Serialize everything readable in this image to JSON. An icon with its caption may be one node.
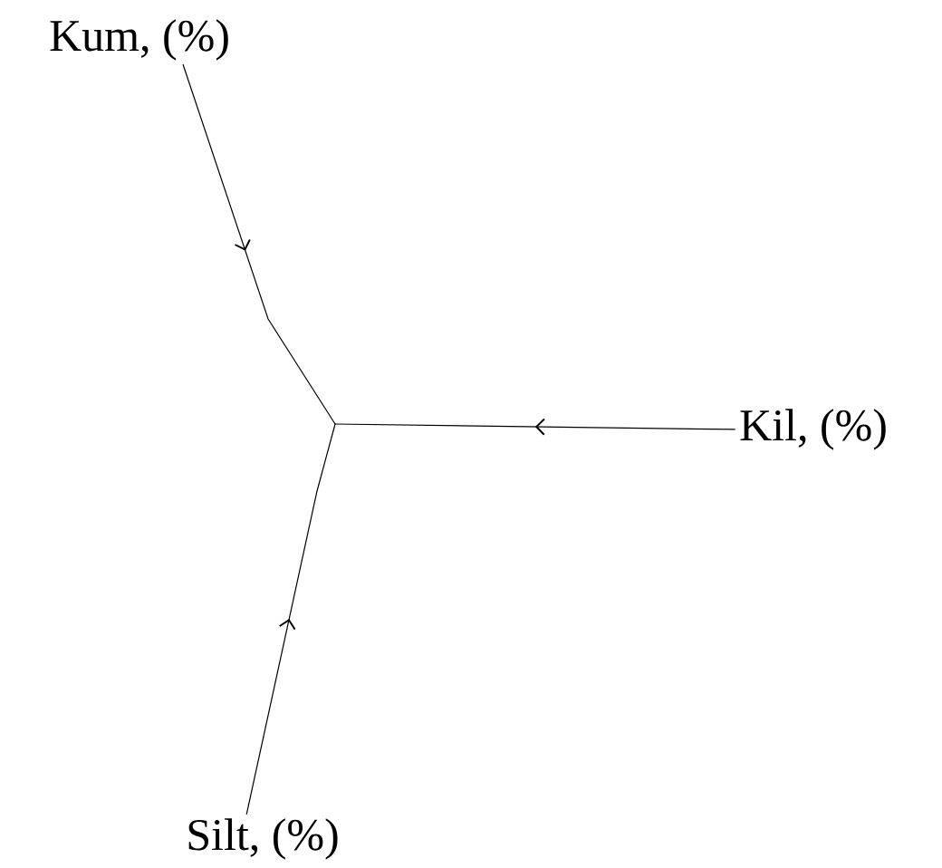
{
  "diagram": {
    "nodes": [
      {
        "text": [
          "Kum, (%)"
        ]
      },
      {
        "text": [
          "Kil, (%)"
        ]
      },
      {
        "text": [
          "Silt, (%)"
        ]
      },
      {
        "text": [],
        "shape": "point"
      }
    ],
    "edges": [
      {
        "from": 0,
        "to": 3,
        "arrow": "to"
      },
      {
        "from": 1,
        "to": 3,
        "arrow": "to"
      },
      {
        "from": 2,
        "to": 3,
        "arrow": "to"
      }
    ]
  }
}
